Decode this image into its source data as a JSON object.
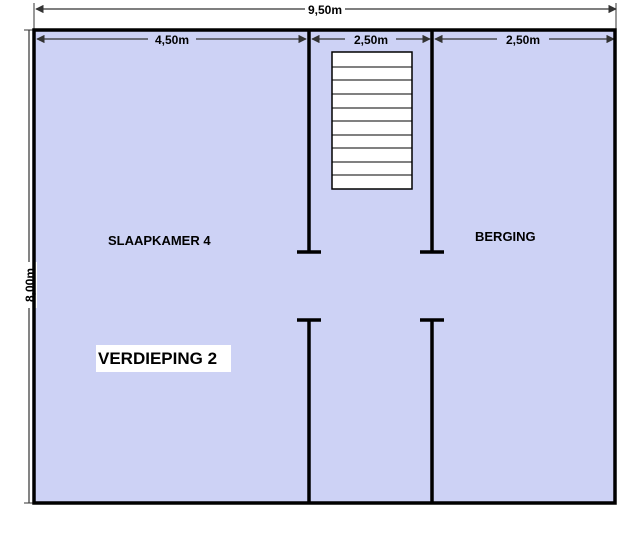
{
  "dimensions": {
    "total_width": "9,50m",
    "segment_left": "4,50m",
    "segment_middle": "2,50m",
    "segment_right": "2,50m",
    "total_height": "8,00m"
  },
  "rooms": {
    "bedroom_4": "SLAAPKAMER 4",
    "storage": "BERGING"
  },
  "floor_label": "VERDIEPING 2",
  "colors": {
    "floor_fill": "#cdd2f5",
    "walls": "#000000",
    "dimension_lines": "#333333"
  }
}
